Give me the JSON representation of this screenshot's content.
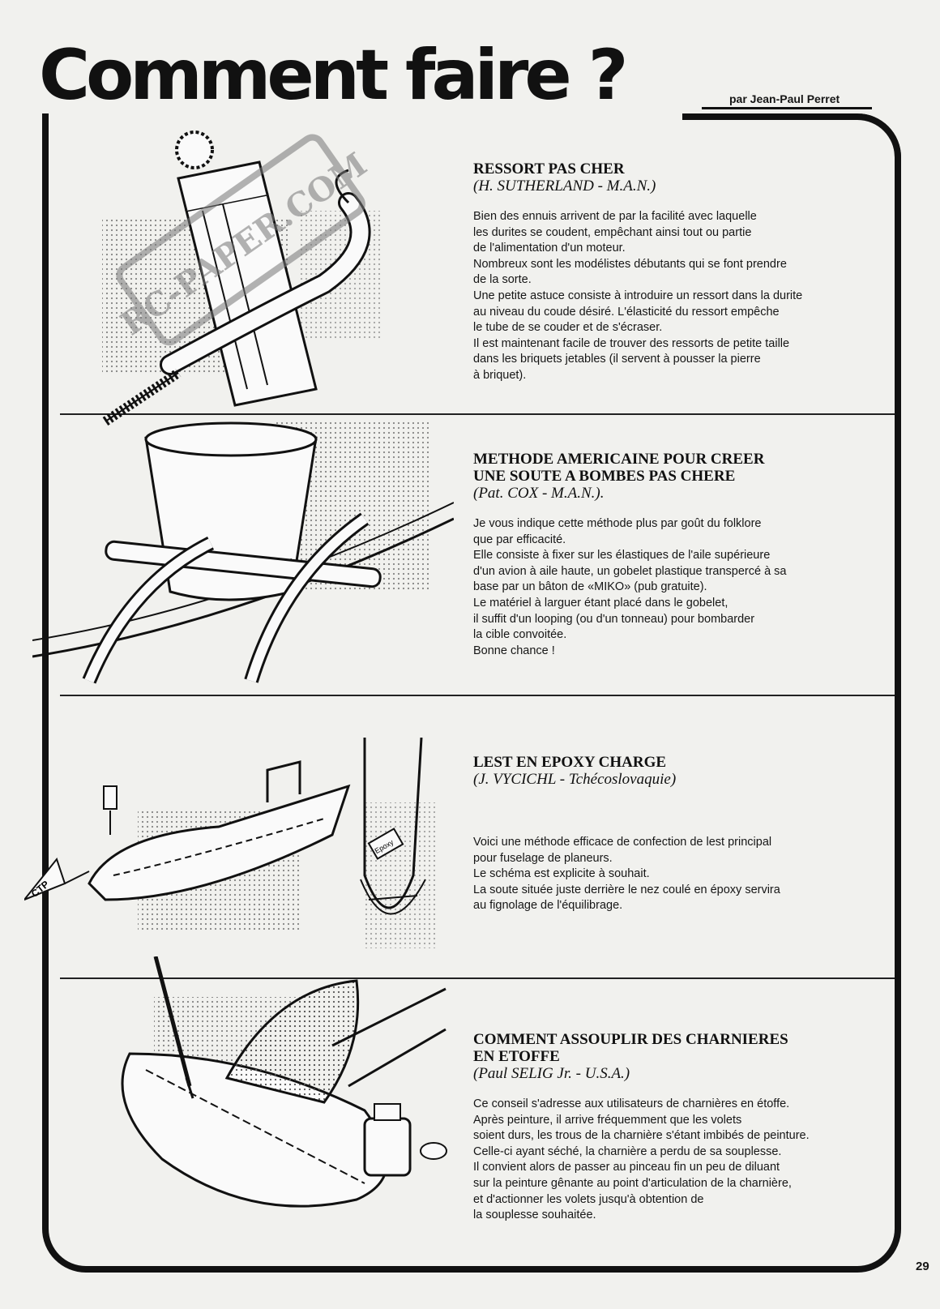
{
  "header": {
    "title": "Comment faire ?",
    "byline": "par Jean-Paul Perret"
  },
  "watermark": "RC-PAPER.COM",
  "sections": [
    {
      "title": "RESSORT PAS CHER",
      "credit": "(H. SUTHERLAND - M.A.N.)",
      "body": "Bien des ennuis arrivent de par la facilité avec laquelle\nles durites se coudent, empêchant ainsi tout ou partie\nde l'alimentation d'un moteur.\nNombreux sont les modélistes débutants qui se font prendre\nde la sorte.\nUne petite astuce consiste à introduire un ressort dans la durite\nau niveau du coude désiré. L'élasticité du ressort empêche\nle tube de se couder et de s'écraser.\nIl est maintenant facile de trouver des ressorts de petite taille\ndans les briquets jetables (il servent à pousser la pierre\nà briquet)."
    },
    {
      "title": "METHODE AMERICAINE POUR CREER\nUNE SOUTE A BOMBES PAS CHERE",
      "credit": "(Pat. COX - M.A.N.).",
      "body": "Je vous indique cette méthode plus par goût du folklore\nque par efficacité.\nElle consiste à fixer sur les élastiques de l'aile supérieure\nd'un avion à aile haute, un gobelet plastique transpercé à sa\nbase par un bâton de «MIKO» (pub gratuite).\nLe matériel à larguer étant placé dans le gobelet,\nil suffit d'un looping (ou d'un tonneau) pour bombarder\nla cible convoitée.\nBonne chance !"
    },
    {
      "title": "LEST EN EPOXY CHARGE",
      "credit": "(J. VYCICHL - Tchécoslovaquie)",
      "body": "Voici une méthode efficace de confection de lest principal\npour fuselage de planeurs.\nLe schéma est explicite à souhait.\nLa soute située juste derrière le nez coulé en époxy servira\nau fignolage de l'équilibrage."
    },
    {
      "title": "COMMENT ASSOUPLIR DES CHARNIERES\nEN ETOFFE",
      "credit": "(Paul SELIG Jr. - U.S.A.)",
      "body": "Ce conseil s'adresse aux utilisateurs de charnières en étoffe.\nAprès peinture, il arrive fréquemment que les volets\nsoient durs, les trous de la charnière s'étant imbibés de peinture.\nCelle-ci ayant séché, la charnière a perdu de sa souplesse.\nIl convient alors de passer au pinceau fin un peu de diluant\nsur la peinture gênante au point d'articulation de la charnière,\net d'actionner les volets jusqu'à obtention de\nla souplesse souhaitée."
    }
  ],
  "illustration_labels": {
    "ctp": "CTP",
    "epoxy": "Epoxy"
  },
  "page_number": "29"
}
